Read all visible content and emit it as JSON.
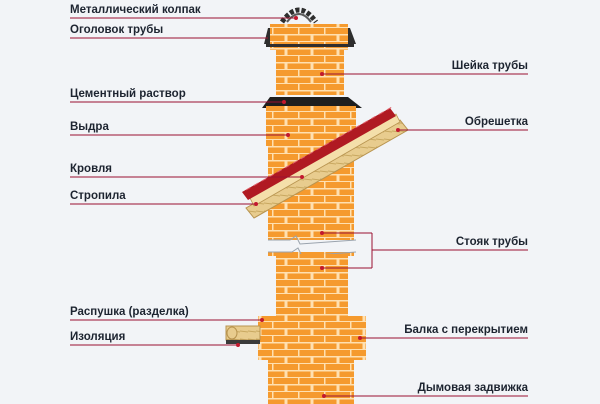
{
  "diagram": {
    "labels_left": {
      "metal_cap": "Металлический колпак",
      "chimney_head": "Оголовок трубы",
      "cement_mortar": "Цементный раствор",
      "otter": "Выдра",
      "roofing": "Кровля",
      "rafters": "Стропила",
      "fluff_cut": "Распушка (разделка)",
      "insulation": "Изоляция"
    },
    "labels_right": {
      "pipe_neck": "Шейка трубы",
      "lathing": "Обрешетка",
      "pipe_riser": "Стояк трубы",
      "beam_floor": "Балка с перекрытием",
      "smoke_damper": "Дымовая задвижка"
    },
    "colors": {
      "brick": "#f59a2e",
      "mortar": "#ffe0b0",
      "leader": "#9b1030",
      "roofing": "#b01a22",
      "lathing": "#e8cc8e",
      "metal": "#3a3a3a"
    }
  }
}
